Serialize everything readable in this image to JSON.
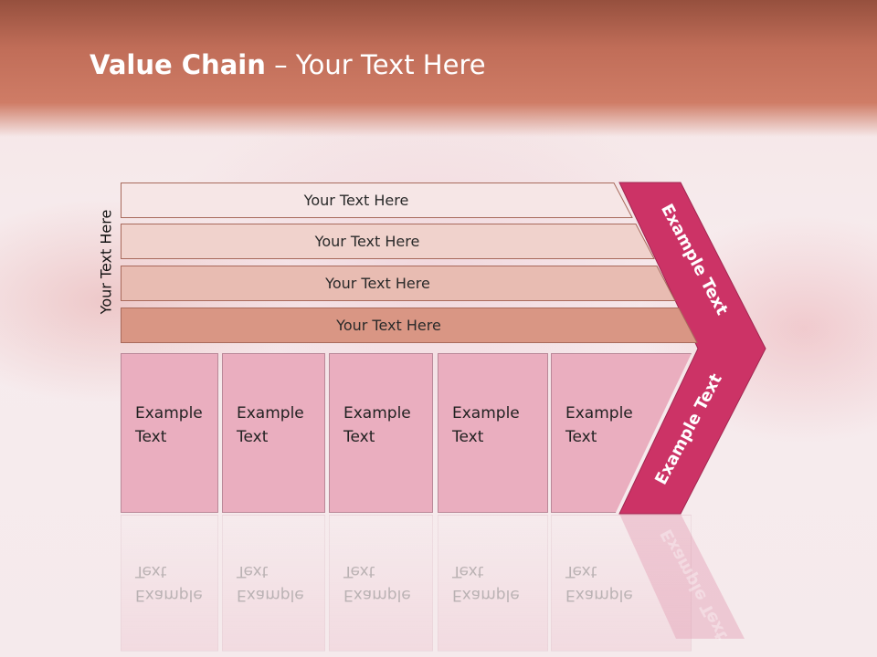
{
  "slide": {
    "title_bold": "Value Chain",
    "title_rest": " – Your Text Here",
    "vertical_label": "Your Text Here",
    "bars": [
      {
        "label": "Your Text Here",
        "color": "#f6e6e6"
      },
      {
        "label": "Your Text Here",
        "color": "#f0d2cc"
      },
      {
        "label": "Your Text Here",
        "color": "#e8bcb2"
      },
      {
        "label": "Your Text Here",
        "color": "#d99684"
      }
    ],
    "cells": [
      {
        "line1": "Example",
        "line2": "Text"
      },
      {
        "line1": "Example",
        "line2": "Text"
      },
      {
        "line1": "Example",
        "line2": "Text"
      },
      {
        "line1": "Example",
        "line2": "Text"
      },
      {
        "line1": "Example",
        "line2": "Text"
      }
    ],
    "chevron_upper": "Example Text",
    "chevron_lower": "Example Text",
    "colors": {
      "chevron": "#cc3366",
      "cell": "#eaaebf"
    }
  }
}
